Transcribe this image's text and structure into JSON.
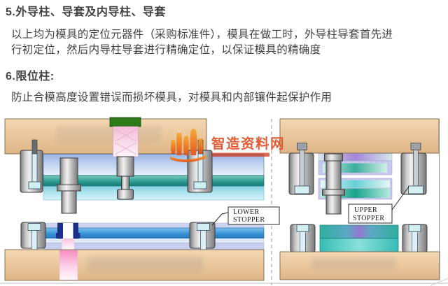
{
  "document": {
    "section5": {
      "heading": "5.外导柱、导套及内导柱、导套",
      "body": "以上均为模具的定位元器件（采购标准件），模具在做工时，外导柱导套首先进\n行初定位，然后内导柱导套进行精确定位，以保证模具的精确度"
    },
    "section6": {
      "heading": "6.限位柱:",
      "body": "防止合模高度设置错误而损坏模具，对模具和内部镶件起保护作用"
    }
  },
  "watermark": {
    "brand": "智造资料网",
    "brand_color": "#e05125"
  },
  "diagram": {
    "labels": {
      "lower_stopper": {
        "line1": "LOWER",
        "line2": "STOPPER"
      },
      "upper_stopper": {
        "line1": "UPPER",
        "line2": "STOPPER"
      }
    },
    "palette": {
      "plate_tan": "#eac79c",
      "guide_plate_blue": "#b9d2f2",
      "teal_plate": "#2d9c92",
      "cyan_plate": "#aee4f0",
      "lower_blue_plate": "#3e97d8",
      "lavender_plate": "#c6c6ee",
      "metal_gray": "#c8c8c8",
      "sprue_pink": "#f2bcd6",
      "channel_pink": "#f48cbe",
      "locating_ring_green": "#2d7a19",
      "socket_navy": "#1c2f8c"
    }
  }
}
